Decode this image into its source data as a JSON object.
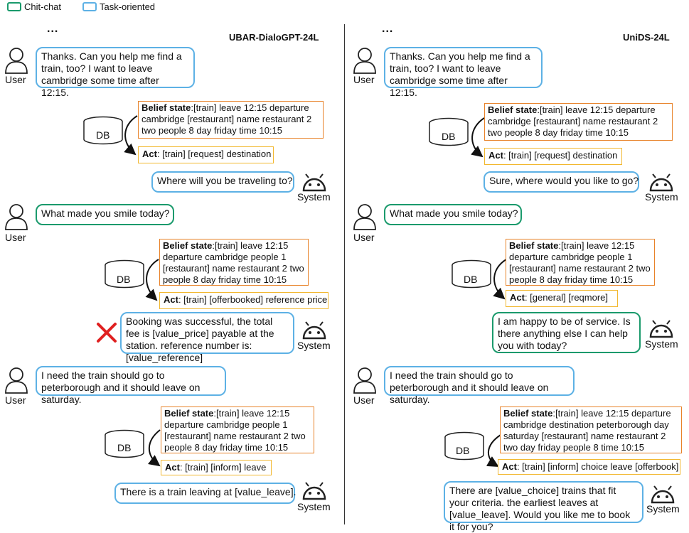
{
  "legend": {
    "chit_chat": "Chit-chat",
    "task_oriented": "Task-oriented"
  },
  "colors": {
    "chit_chat": "#1A9A6C",
    "task_oriented": "#5DB1E5",
    "belief_border": "#E8832A",
    "act_border": "#F2B830",
    "error": "#E02020"
  },
  "ellipsis": "...",
  "left": {
    "title": "UBAR-DialoGPT-24L",
    "user_turn_1": "Thanks. Can you help me find a train, too? I want to leave cambridge some time after 12:15.",
    "belief_1_label": "Belief state",
    "belief_1_text": ":[train] leave 12:15 departure cambridge [restaurant] name restaurant 2 two people 8 day friday time 10:15",
    "act_1_label": "Act",
    "act_1_text": ": [train] [request] destination",
    "system_1": "Where will you be traveling to?",
    "user_turn_2": "What made you smile today?",
    "belief_2_label": "Belief state",
    "belief_2_text": ":[train] leave 12:15 departure cambridge people 1 [restaurant] name restaurant 2 two people 8 day friday time 10:15",
    "act_2_label": "Act",
    "act_2_text": ": [train] [offerbooked] reference price",
    "system_2": "Booking was successful, the total fee is [value_price] payable at the station. reference number is: [value_reference]",
    "user_turn_3": "I need the train should go to peterborough and it should leave on saturday.",
    "belief_3_label": "Belief state",
    "belief_3_text": ":[train] leave 12:15 departure cambridge people 1 [restaurant] name restaurant 2 two people 8 day friday time 10:15",
    "act_3_label": "Act",
    "act_3_text": ": [train] [inform] leave",
    "system_3": "There is a train leaving at [value_leave]."
  },
  "right": {
    "title": "UniDS-24L",
    "user_turn_1": "Thanks. Can you help me find a train, too? I want to leave cambridge some time after 12:15.",
    "belief_1_label": "Belief state",
    "belief_1_text": ":[train] leave 12:15 departure cambridge [restaurant] name restaurant 2 two people 8 day friday time 10:15",
    "act_1_label": "Act",
    "act_1_text": ": [train] [request] destination",
    "system_1": "Sure, where would you like to go?",
    "user_turn_2": "What made you smile today?",
    "belief_2_label": "Belief state",
    "belief_2_text": ":[train] leave 12:15 departure cambridge people 1 [restaurant] name restaurant 2 two people 8 day friday time 10:15",
    "act_2_label": "Act",
    "act_2_text": ": [general] [reqmore]",
    "system_2": "I am happy to be of service. Is there anything else I can help you with today?",
    "user_turn_3": "I need the train should go to peterborough and it should leave on saturday.",
    "belief_3_label": "Belief state",
    "belief_3_text": ":[train] leave 12:15 departure cambridge destination peterborough day saturday [restaurant] name restaurant 2 two day friday people 8 time 10:15",
    "act_3_label": "Act",
    "act_3_text": ": [train] [inform] choice leave [offerbook]",
    "system_3": "There are [value_choice] trains that fit your criteria. the earliest leaves at [value_leave]. Would you like me to book it for you?"
  },
  "labels": {
    "user": "User",
    "system": "System",
    "db": "DB"
  },
  "icons": {
    "user": "user-icon",
    "system": "android-robot-icon",
    "db": "database-icon",
    "error": "cross-mark-icon"
  }
}
